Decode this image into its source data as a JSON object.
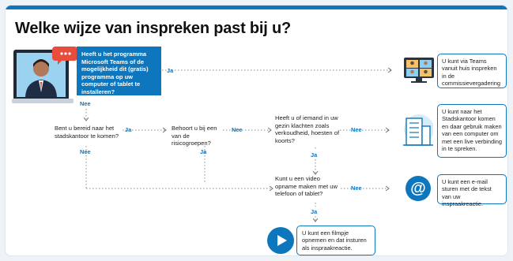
{
  "title": "Welke wijze van inspreken past bij u?",
  "questions": {
    "q1": "Heeft u het programma Microsoft Teams of de mogelijkheid dit (gratis) programma op uw computer of tablet te installeren?",
    "q2": "Bent u bereid naar het stadskantoor te komen?",
    "q3": "Behoort u bij een van de risicogroepen?",
    "q4": "Heeft u of iemand in uw gezin klachten zoals verkoudheid, hoesten of koorts?",
    "q5": "Kunt u een video opname maken met uw telefoon of tablet?"
  },
  "outcomes": {
    "teams": "U kunt via Teams vanuit huis inspreken in de commissievergadering",
    "stadskantoor": "U kunt naar het Stadskantoor komen en daar gebruik maken van een computer om met een live verbinding in te spreken.",
    "email": "U kunt een e-mail sturen met de tekst van uw inspraakreactie.",
    "video": "U kunt een filmpje opnemen en dat insturen als inspraakreactie."
  },
  "labels": {
    "ja": "Ja",
    "nee": "Nee"
  },
  "colors": {
    "accent": "#0e76bd",
    "text": "#222222"
  },
  "icons": {
    "person": "person-at-laptop-icon",
    "teams": "video-call-icon",
    "building": "building-icon",
    "email": "at-sign-icon",
    "video": "play-icon"
  }
}
